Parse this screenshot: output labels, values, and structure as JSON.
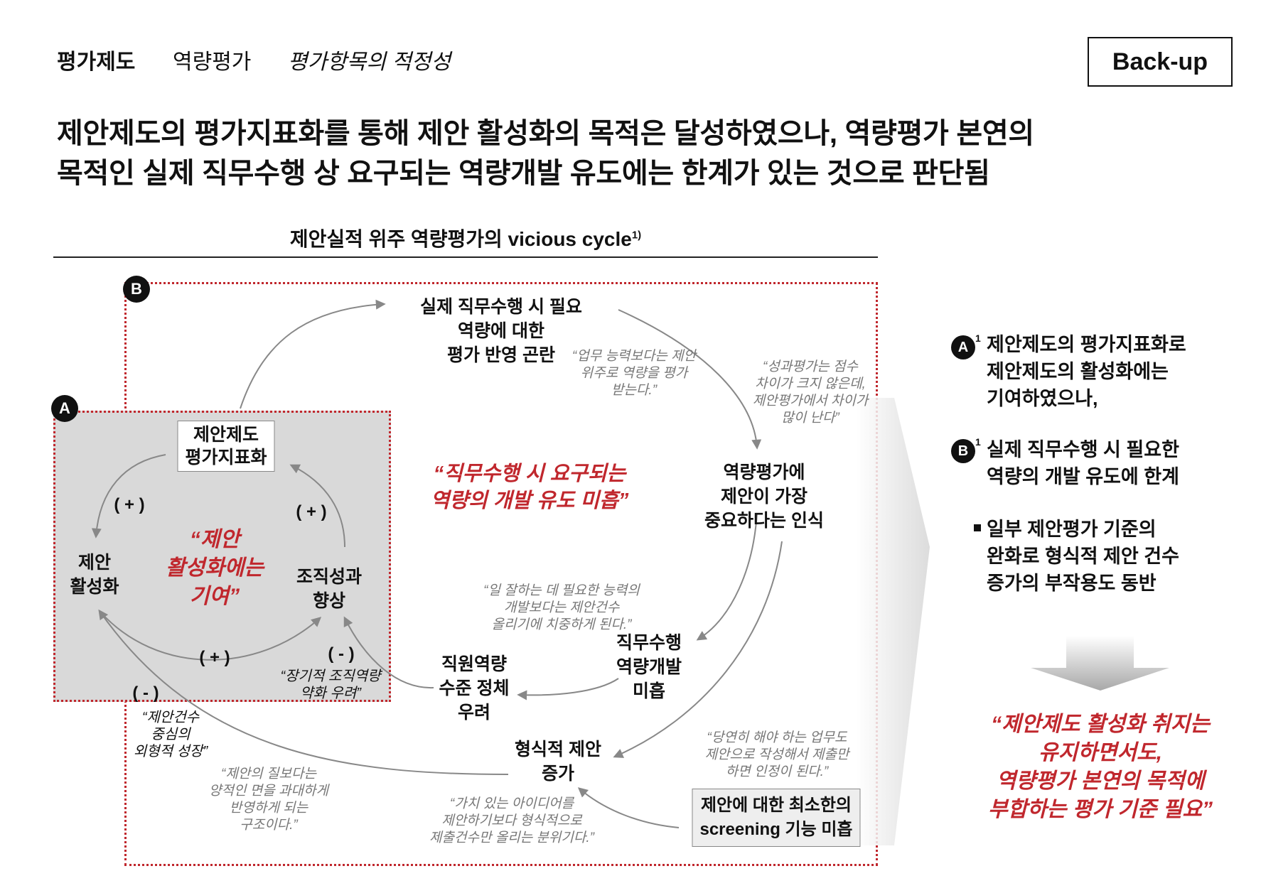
{
  "breadcrumb": {
    "level1": "평가제도",
    "level2": "역량평가",
    "level3": "평가항목의 적정성"
  },
  "backup_label": "Back-up",
  "title": {
    "line1": "제안제도의 평가지표화를 통해 제안 활성화의 목적은 달성하였으나, 역량평가 본연의",
    "line2": "목적인 실제 직무수행 상 요구되는 역량개발 유도에는 한계가 있는 것으로 판단됨"
  },
  "diagram": {
    "subtitle": "제안실적 위주 역량평가의 vicious cycle",
    "subtitle_note": "1)",
    "badge_a": "A",
    "badge_b": "B",
    "nodes": {
      "eval_index": [
        "제안제도",
        "평가지표화"
      ],
      "activation": [
        "제안",
        "활성화"
      ],
      "org_perf": [
        "조직성과",
        "향상"
      ],
      "eval_difficulty": [
        "실제 직무수행 시 필요",
        "역량에 대한",
        "평가 반영 곤란"
      ],
      "perception": [
        "역량평가에",
        "제안이 가장",
        "중요하다는 인식"
      ],
      "job_dev": [
        "직무수행",
        "역량개발",
        "미흡"
      ],
      "stagnation": [
        "직원역량",
        "수준 정체",
        "우려"
      ],
      "formal": [
        "형식적 제안",
        "증가"
      ],
      "screening": [
        "제안에 대한 최소한의",
        "screening 기능 미흡"
      ]
    },
    "signs": {
      "s1": "( + )",
      "s2": "( + )",
      "s3": "( + )",
      "s4": "( - )",
      "s5": "( - )"
    },
    "red_quotes": {
      "center_a": [
        "“제안",
        "활성화에는",
        "기여”"
      ],
      "center_b": [
        "“직무수행 시 요구되는",
        "역량의 개발 유도 미흡”"
      ]
    },
    "quotes": {
      "q1": [
        "“업무 능력보다는 제안",
        "위주로 역량을 평가",
        "받는다.”"
      ],
      "q2": [
        "“성과평가는 점수",
        "차이가 크지 않은데,",
        "제안평가에서 차이가",
        "많이 난다”"
      ],
      "q3": [
        "“일 잘하는 데 필요한 능력의",
        "개발보다는 제안건수",
        "올리기에 치중하게 된다.”"
      ],
      "q4": [
        "“장기적 조직역량",
        "약화 우려”"
      ],
      "q5": [
        "“제안건수",
        "중심의",
        "외형적 성장”"
      ],
      "q6": [
        "“제안의 질보다는",
        "양적인 면을 과대하게",
        "반영하게 되는",
        "구조이다.”"
      ],
      "q7": [
        "“가치 있는 아이디어를",
        "제안하기보다 형식적으로",
        "제출건수만 올리는 분위기다.”"
      ],
      "q8": [
        "“당연히 해야 하는 업무도",
        "제안으로 작성해서 제출만",
        "하면 인정이 된다.”"
      ]
    }
  },
  "right_panel": {
    "item_a": {
      "badge": "A",
      "note": "1",
      "lines": [
        "제안제도의 평가지표화로",
        "제안제도의 활성화에는",
        "기여하였으나,"
      ]
    },
    "item_b": {
      "badge": "B",
      "note": "1",
      "lines": [
        "실제 직무수행 시 필요한",
        "역량의 개발 유도에 한계"
      ]
    },
    "sub_item": {
      "lines": [
        "일부 제안평가 기준의",
        "완화로 형식적 제안 건수",
        "증가의 부작용도 동반"
      ]
    },
    "conclusion": [
      "“제안제도 활성화 취지는",
      "유지하면서도,",
      "역량평가 본연의 목적에",
      "부합하는 평가 기준 필요”"
    ]
  },
  "colors": {
    "accent_red": "#c0272d",
    "region_a_fill": "#d9d9d9",
    "arrow_gray": "#888888"
  }
}
